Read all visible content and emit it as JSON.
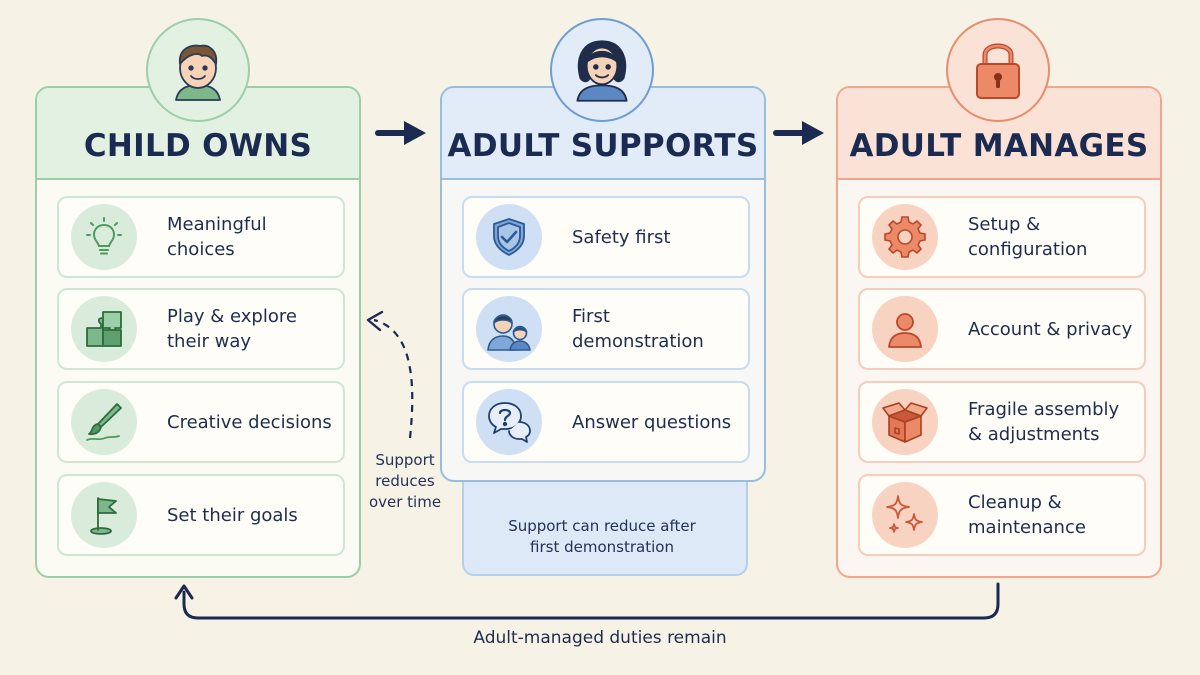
{
  "columns": [
    {
      "id": "child",
      "title": "CHILD OWNS",
      "avatar": "child-avatar-icon",
      "accent": "#5aa36a",
      "items": [
        {
          "label": "Meaningful choices",
          "icon": "lightbulb-icon"
        },
        {
          "label": "Play & explore their way",
          "icon": "puzzle-icon"
        },
        {
          "label": "Creative decisions",
          "icon": "paintbrush-icon"
        },
        {
          "label": "Set their goals",
          "icon": "flag-icon"
        }
      ]
    },
    {
      "id": "adult-supports",
      "title": "ADULT SUPPORTS",
      "avatar": "adult-avatar-icon",
      "accent": "#4f82c4",
      "items": [
        {
          "label": "Safety first",
          "icon": "shield-check-icon"
        },
        {
          "label": "First demonstration",
          "icon": "parent-child-icon"
        },
        {
          "label": "Answer questions",
          "icon": "question-bubbles-icon"
        }
      ],
      "note": "Support can reduce after first demonstration"
    },
    {
      "id": "adult-manages",
      "title": "ADULT MANAGES",
      "avatar": "padlock-icon",
      "accent": "#e2704e",
      "items": [
        {
          "label": "Setup & configuration",
          "icon": "gear-icon"
        },
        {
          "label": "Account & privacy",
          "icon": "person-icon"
        },
        {
          "label": "Fragile assembly & adjustments",
          "icon": "open-box-icon"
        },
        {
          "label": "Cleanup & maintenance",
          "icon": "sparkles-icon"
        }
      ]
    }
  ],
  "side_note": "Support reduces over time",
  "bottom_note": "Adult-managed duties remain",
  "colors": {
    "background": "#f7f2e6",
    "text": "#1b2a50",
    "green": "#5aa36a",
    "blue": "#4f82c4",
    "orange": "#e2704e"
  }
}
